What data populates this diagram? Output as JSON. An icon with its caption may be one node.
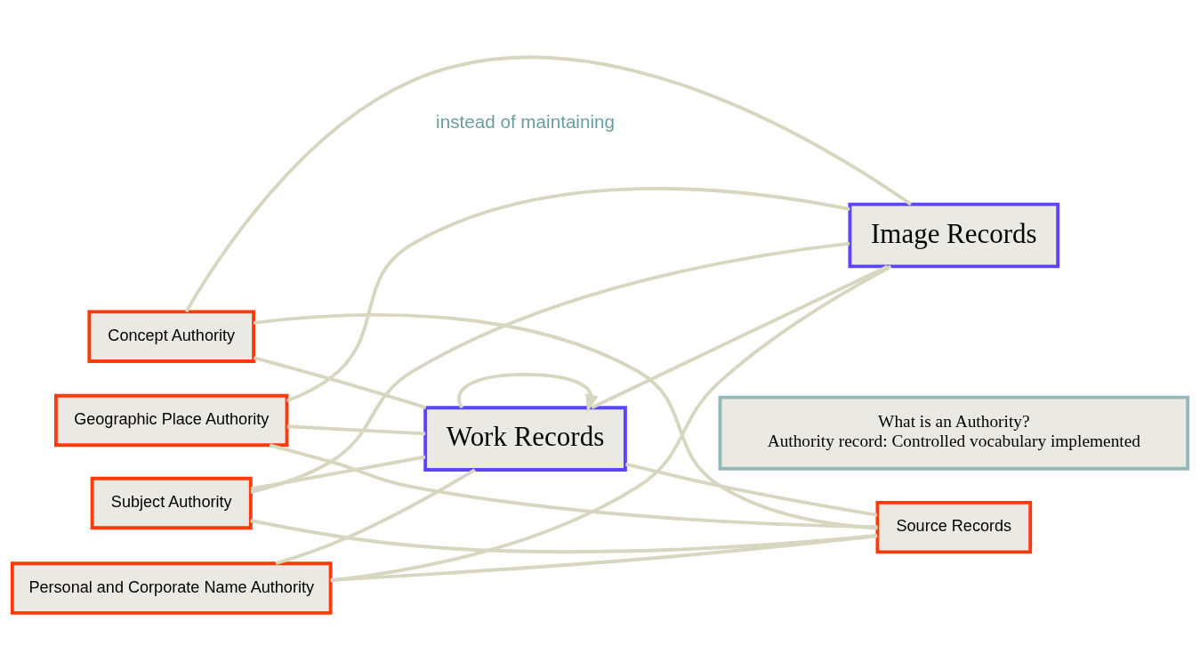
{
  "diagram": {
    "nodes": [
      {
        "text": [
          "Personal and Corporate Name Authority"
        ]
      },
      {
        "text": [
          "Geographic Place Authority"
        ]
      },
      {
        "text": [
          "Concept Authority"
        ]
      },
      {
        "text": [
          "Subject Authority"
        ]
      },
      {
        "text": [
          "Image Records"
        ]
      },
      {
        "text": [
          "Work Records"
        ]
      },
      {
        "text": [
          "Source Records"
        ]
      },
      {
        "text": [
          "What is an Authority?",
          "Authority record: Controlled vocabulary implemented"
        ]
      }
    ],
    "edges": [
      {
        "from": 0,
        "to": 4,
        "arrow": "none"
      },
      {
        "from": 0,
        "to": 5,
        "arrow": "none"
      },
      {
        "from": 0,
        "to": 6,
        "arrow": "none"
      },
      {
        "from": 1,
        "to": 4,
        "arrow": "none"
      },
      {
        "from": 1,
        "to": 5,
        "arrow": "none"
      },
      {
        "from": 1,
        "to": 6,
        "arrow": "none"
      },
      {
        "from": 2,
        "to": 4,
        "arrow": "none"
      },
      {
        "from": 2,
        "to": 5,
        "arrow": "none"
      },
      {
        "from": 2,
        "to": 6,
        "arrow": "none"
      },
      {
        "from": 3,
        "to": 4,
        "arrow": "none"
      },
      {
        "from": 3,
        "to": 5,
        "arrow": "none"
      },
      {
        "from": 3,
        "to": 6,
        "arrow": "none"
      },
      {
        "from": 5,
        "to": 4,
        "arrow": "none"
      },
      {
        "from": 5,
        "to": 6,
        "arrow": "none"
      },
      {
        "from": 5,
        "to": 5,
        "arrow": "to"
      }
    ],
    "labels": [
      "instead of maintaining"
    ]
  }
}
